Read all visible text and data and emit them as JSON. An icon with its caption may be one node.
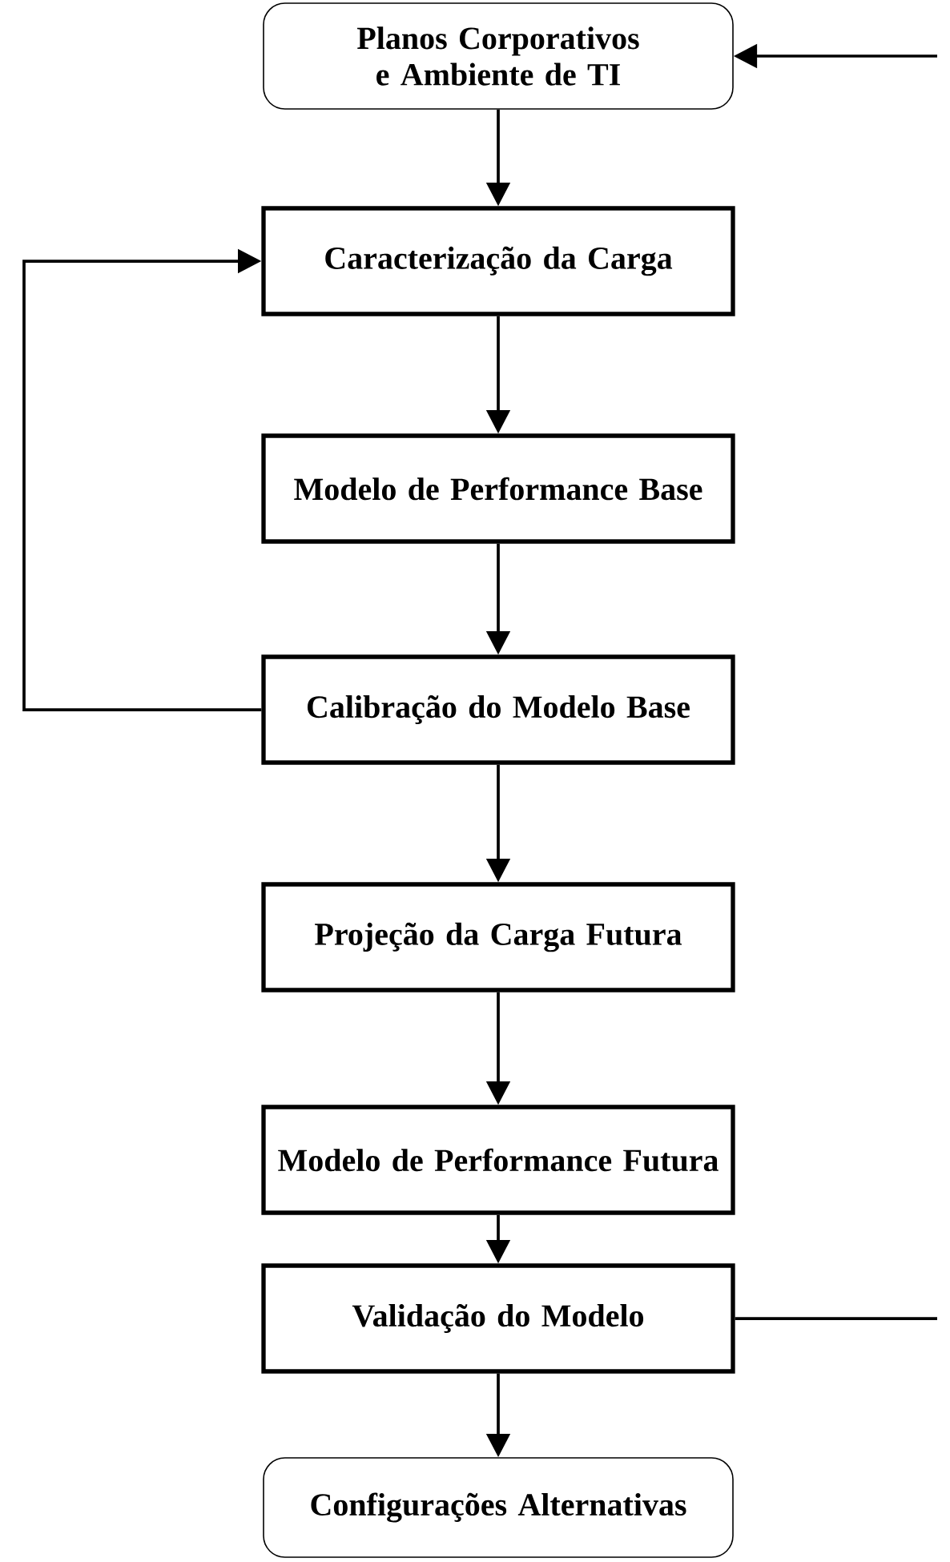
{
  "diagram": {
    "nodes": [
      {
        "text": [
          "Planos Corporativos e Ambiente de TI"
        ]
      },
      {
        "text": [
          "Caracterização da Carga"
        ]
      },
      {
        "text": [
          "Modelo de Performance Base"
        ]
      },
      {
        "text": [
          "Calibração do Modelo Base"
        ]
      },
      {
        "text": [
          "Projeção da Carga Futura"
        ]
      },
      {
        "text": [
          "Modelo de Performance Futura"
        ]
      },
      {
        "text": [
          "Validação do Modelo"
        ]
      },
      {
        "text": [
          "Configurações Alternativas"
        ]
      }
    ],
    "edges": [
      {
        "from": null,
        "to": 0,
        "arrow": "to"
      },
      {
        "from": 0,
        "to": 1,
        "arrow": "to"
      },
      {
        "from": 1,
        "to": 2,
        "arrow": "to"
      },
      {
        "from": 2,
        "to": 3,
        "arrow": "to"
      },
      {
        "from": 3,
        "to": 1,
        "arrow": "to"
      },
      {
        "from": 3,
        "to": 4,
        "arrow": "to"
      },
      {
        "from": 4,
        "to": 5,
        "arrow": "to"
      },
      {
        "from": 5,
        "to": 6,
        "arrow": "to"
      },
      {
        "from": 6,
        "to": null,
        "arrow": "none"
      },
      {
        "from": 6,
        "to": 7,
        "arrow": "to"
      }
    ]
  }
}
